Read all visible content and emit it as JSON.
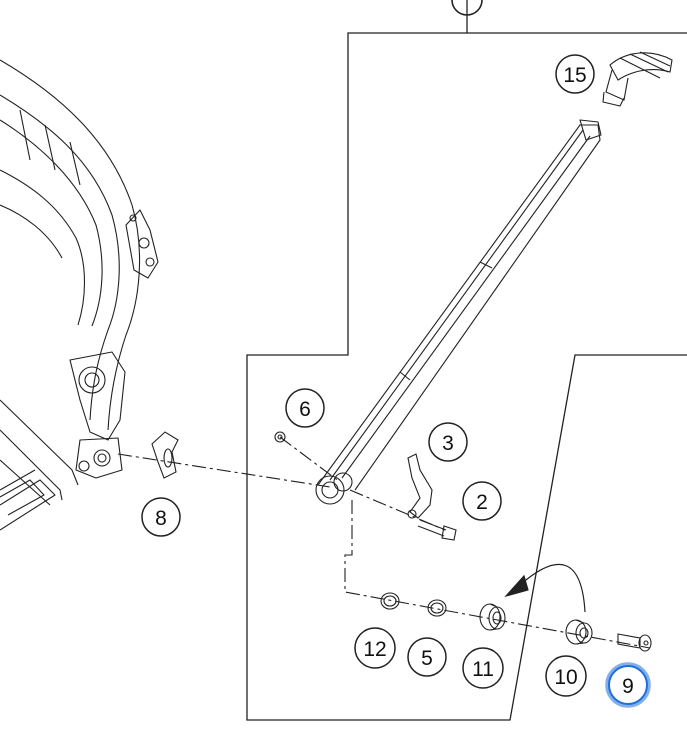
{
  "callouts": [
    {
      "id": "15",
      "label": "15"
    },
    {
      "id": "6",
      "label": "6"
    },
    {
      "id": "3",
      "label": "3"
    },
    {
      "id": "2",
      "label": "2"
    },
    {
      "id": "8",
      "label": "8"
    },
    {
      "id": "12",
      "label": "12"
    },
    {
      "id": "5",
      "label": "5"
    },
    {
      "id": "11",
      "label": "11"
    },
    {
      "id": "10",
      "label": "10"
    },
    {
      "id": "9",
      "label": "9",
      "highlighted": true
    }
  ],
  "colors": {
    "line": "#222222",
    "highlight": "#1e6fd9",
    "background": "#ffffff"
  }
}
